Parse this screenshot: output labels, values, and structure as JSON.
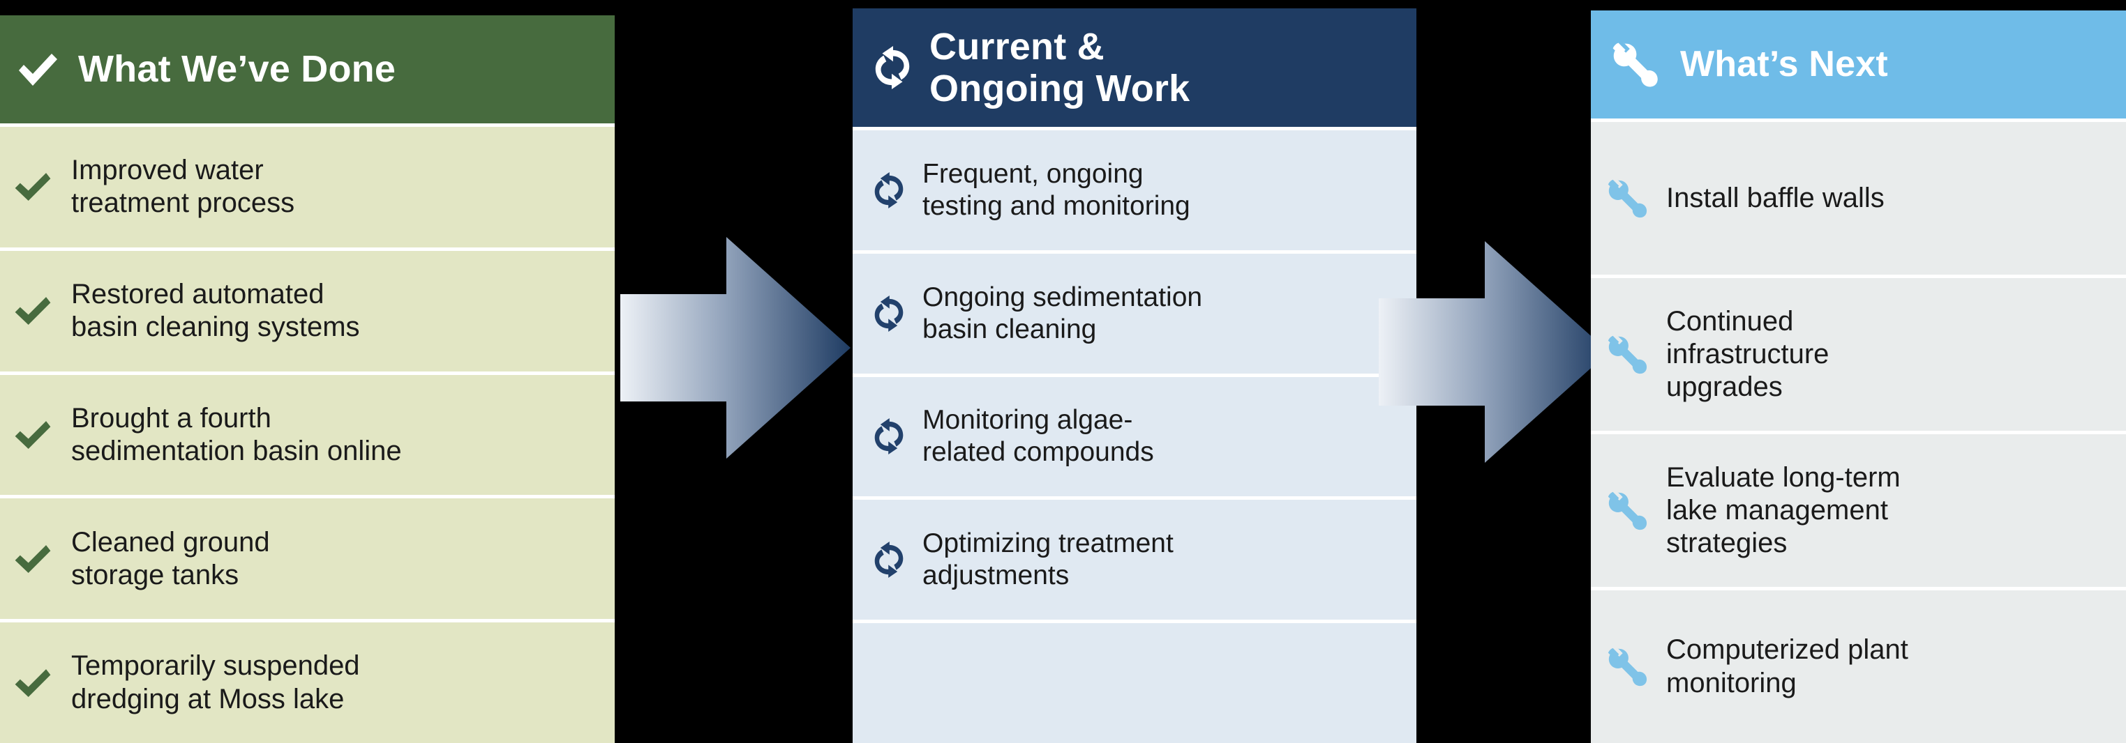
{
  "columns": [
    {
      "id": "done",
      "header": {
        "title": "What We’ve Done",
        "icon": "check-icon",
        "bg_color": "#476B3E",
        "text_color": "#FFFFFF"
      },
      "body": {
        "row_bg_color": "#E2E6C4",
        "icon": "check-icon",
        "icon_color": "#476B3E"
      },
      "items": [
        "Improved water\ntreatment process",
        "Restored automated\nbasin cleaning systems",
        "Brought a fourth\nsedimentation basin online",
        "Cleaned ground\nstorage tanks",
        "Temporarily suspended\ndredging at Moss lake"
      ]
    },
    {
      "id": "current",
      "header": {
        "title": "Current &\nOngoing Work",
        "icon": "refresh-cycle-icon",
        "bg_color": "#1F3C63",
        "text_color": "#FFFFFF"
      },
      "body": {
        "row_bg_color": "#E0E9F2",
        "icon": "refresh-cycle-icon",
        "icon_color": "#22416C"
      },
      "items": [
        "Frequent, ongoing\ntesting and monitoring",
        "Ongoing sedimentation\nbasin cleaning",
        "Monitoring algae-\nrelated compounds",
        "Optimizing treatment\nadjustments",
        ""
      ]
    },
    {
      "id": "next",
      "header": {
        "title": "What’s Next",
        "icon": "wrench-icon",
        "bg_color": "#6FBCE8",
        "text_color": "#FFFFFF"
      },
      "body": {
        "row_bg_color": "#E9ECEC",
        "icon": "wrench-icon",
        "icon_color": "#7FC3E8"
      },
      "items": [
        "Install baffle walls",
        "Continued\ninfrastructure\nupgrades",
        "Evaluate long-term\nlake management\nstrategies",
        "Computerized plant\nmonitoring"
      ]
    }
  ],
  "arrows": [
    {
      "name": "arrow-done-to-current",
      "direction": "right",
      "gradient_from": "#EDF1F6",
      "gradient_to": "#1F3C63"
    },
    {
      "name": "arrow-current-to-next",
      "direction": "right",
      "gradient_from": "#EDF1F6",
      "gradient_to": "#1F3C63"
    }
  ],
  "background_color": "#000000"
}
